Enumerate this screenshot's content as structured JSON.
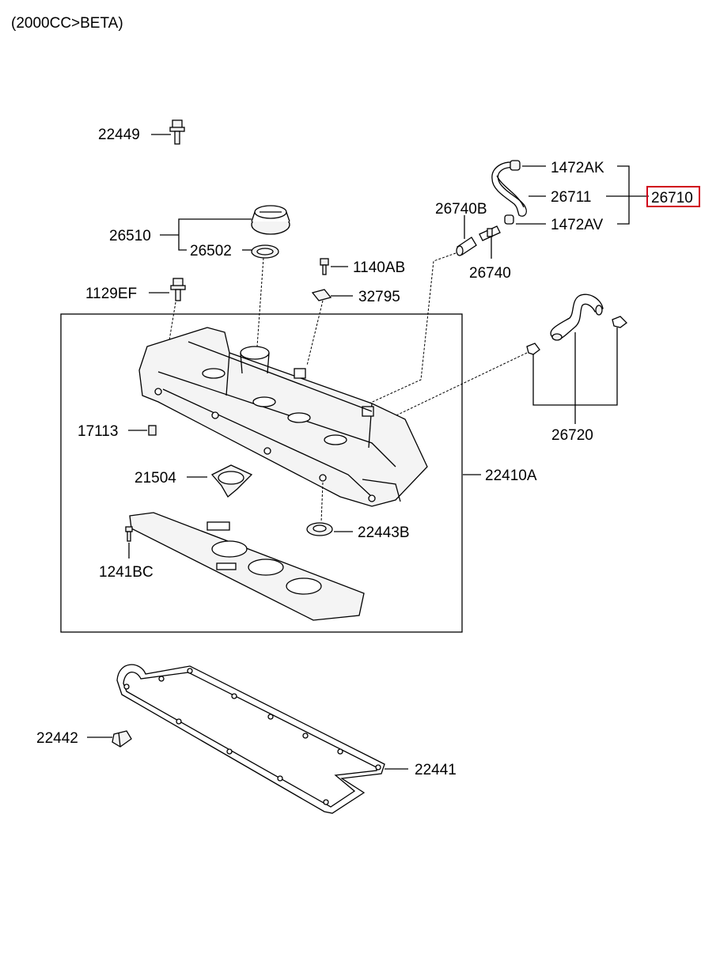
{
  "header": "(2000CC>BETA)",
  "labels": {
    "p22449": "22449",
    "p1472AK": "1472AK",
    "p26740B": "26740B",
    "p26711": "26711",
    "p26710": "26710",
    "p1472AV": "1472AV",
    "p26510": "26510",
    "p26502": "26502",
    "p1140AB": "1140AB",
    "p26740": "26740",
    "p1129EF": "1129EF",
    "p32795": "32795",
    "p17113": "17113",
    "p26720": "26720",
    "p21504": "21504",
    "p22410A": "22410A",
    "p22443B": "22443B",
    "p1241BC": "1241BC",
    "p22442": "22442",
    "p22441": "22441"
  },
  "highlight_color": "#d0021b"
}
